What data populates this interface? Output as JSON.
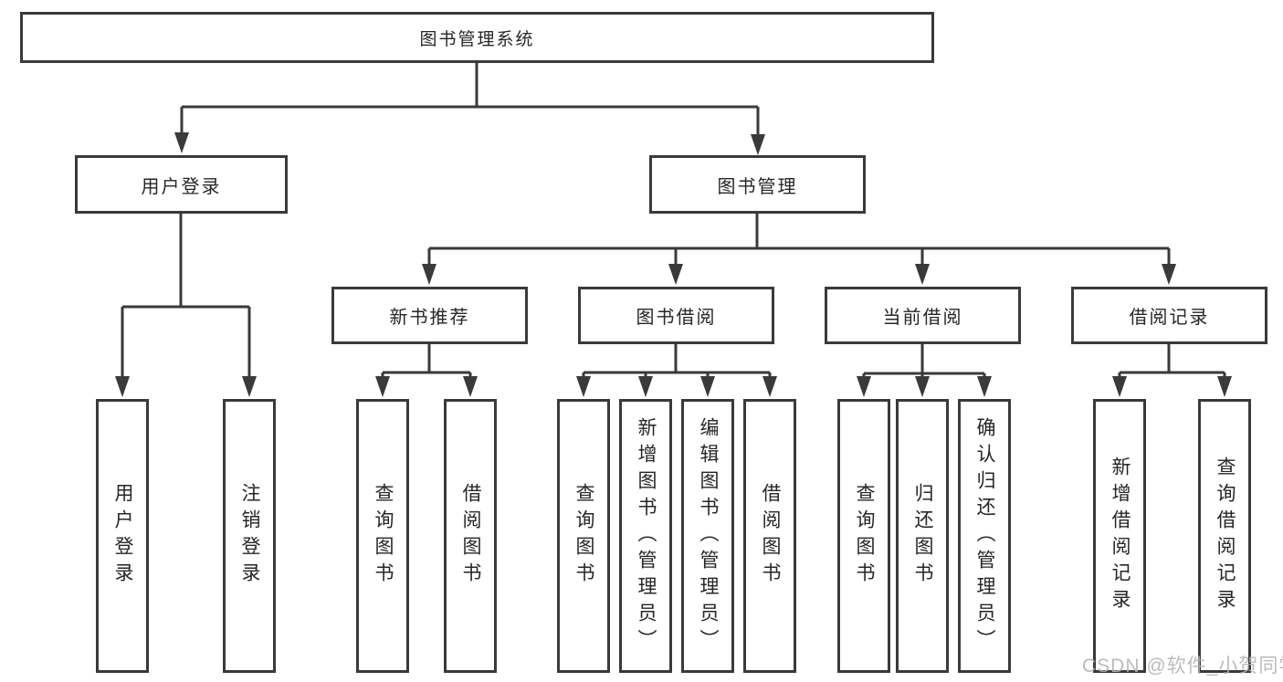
{
  "nodes": {
    "root": "图书管理系统",
    "user_login": "用户登录",
    "book_mgmt": "图书管理",
    "new_book_rec": "新书推荐",
    "book_borrow": "图书借阅",
    "current_borrow": "当前借阅",
    "borrow_record": "借阅记录",
    "login": "用户登录",
    "logout": "注销登录",
    "rec_query_book": "查询图书",
    "rec_borrow_book": "借阅图书",
    "borrow_query_book": "查询图书",
    "borrow_add_book": "新增图书（管理员）",
    "borrow_edit_book": "编辑图书（管理员）",
    "borrow_borrow_book": "借阅图书",
    "current_query_book": "查询图书",
    "current_return_book": "归还图书",
    "current_confirm_return": "确认归还（管理员）",
    "record_add": "新增借阅记录",
    "record_query": "查询借阅记录"
  },
  "colors": {
    "line": "#3a3a3a",
    "text": "#262626",
    "background": "#ffffff",
    "watermark": "#b5b5b5"
  },
  "watermark": "CSDN @软件_小贺同学"
}
